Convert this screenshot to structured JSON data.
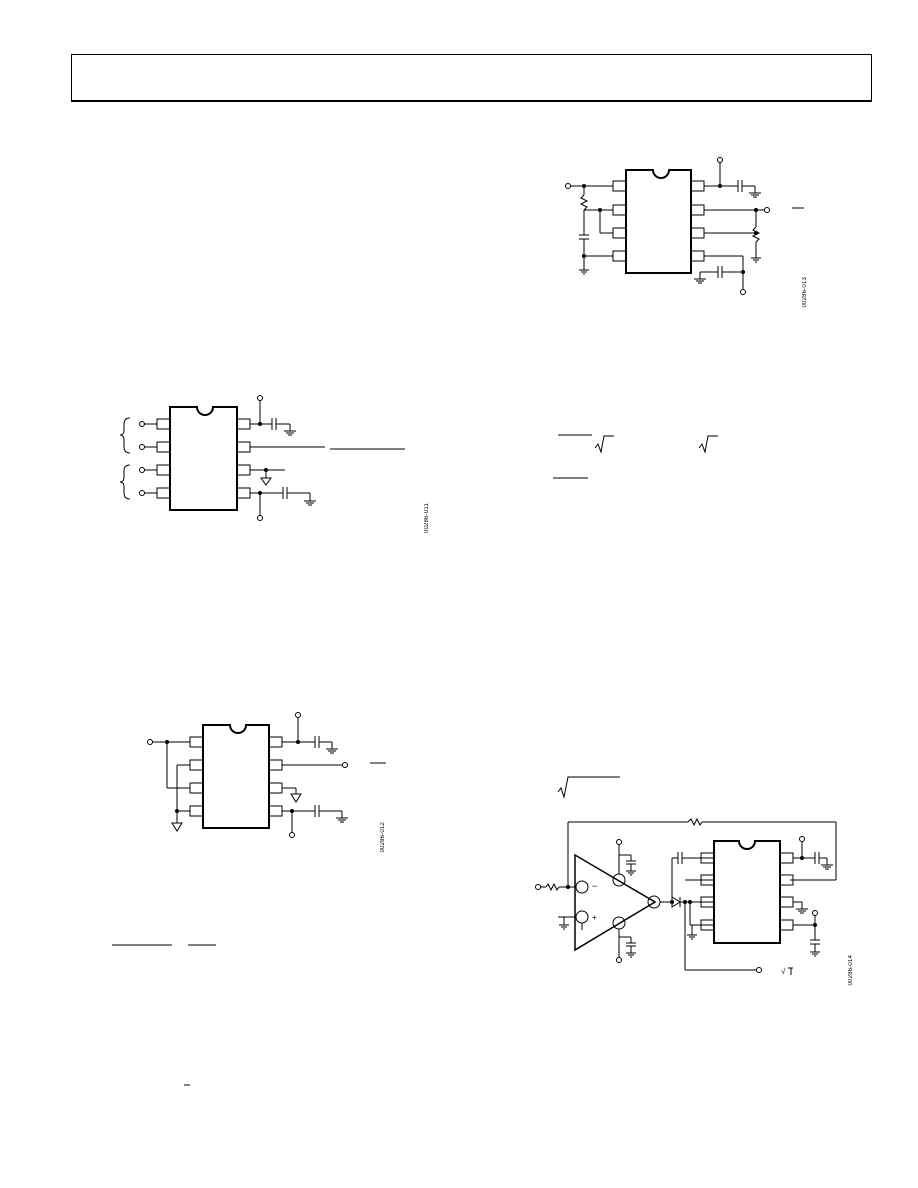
{
  "figures": [
    {
      "id": "00286-011"
    },
    {
      "id": "00286-012"
    },
    {
      "id": "00286-013"
    },
    {
      "id": "00286-014"
    }
  ],
  "labels": {
    "opamp_minus": "−",
    "opamp_plus": "+"
  }
}
